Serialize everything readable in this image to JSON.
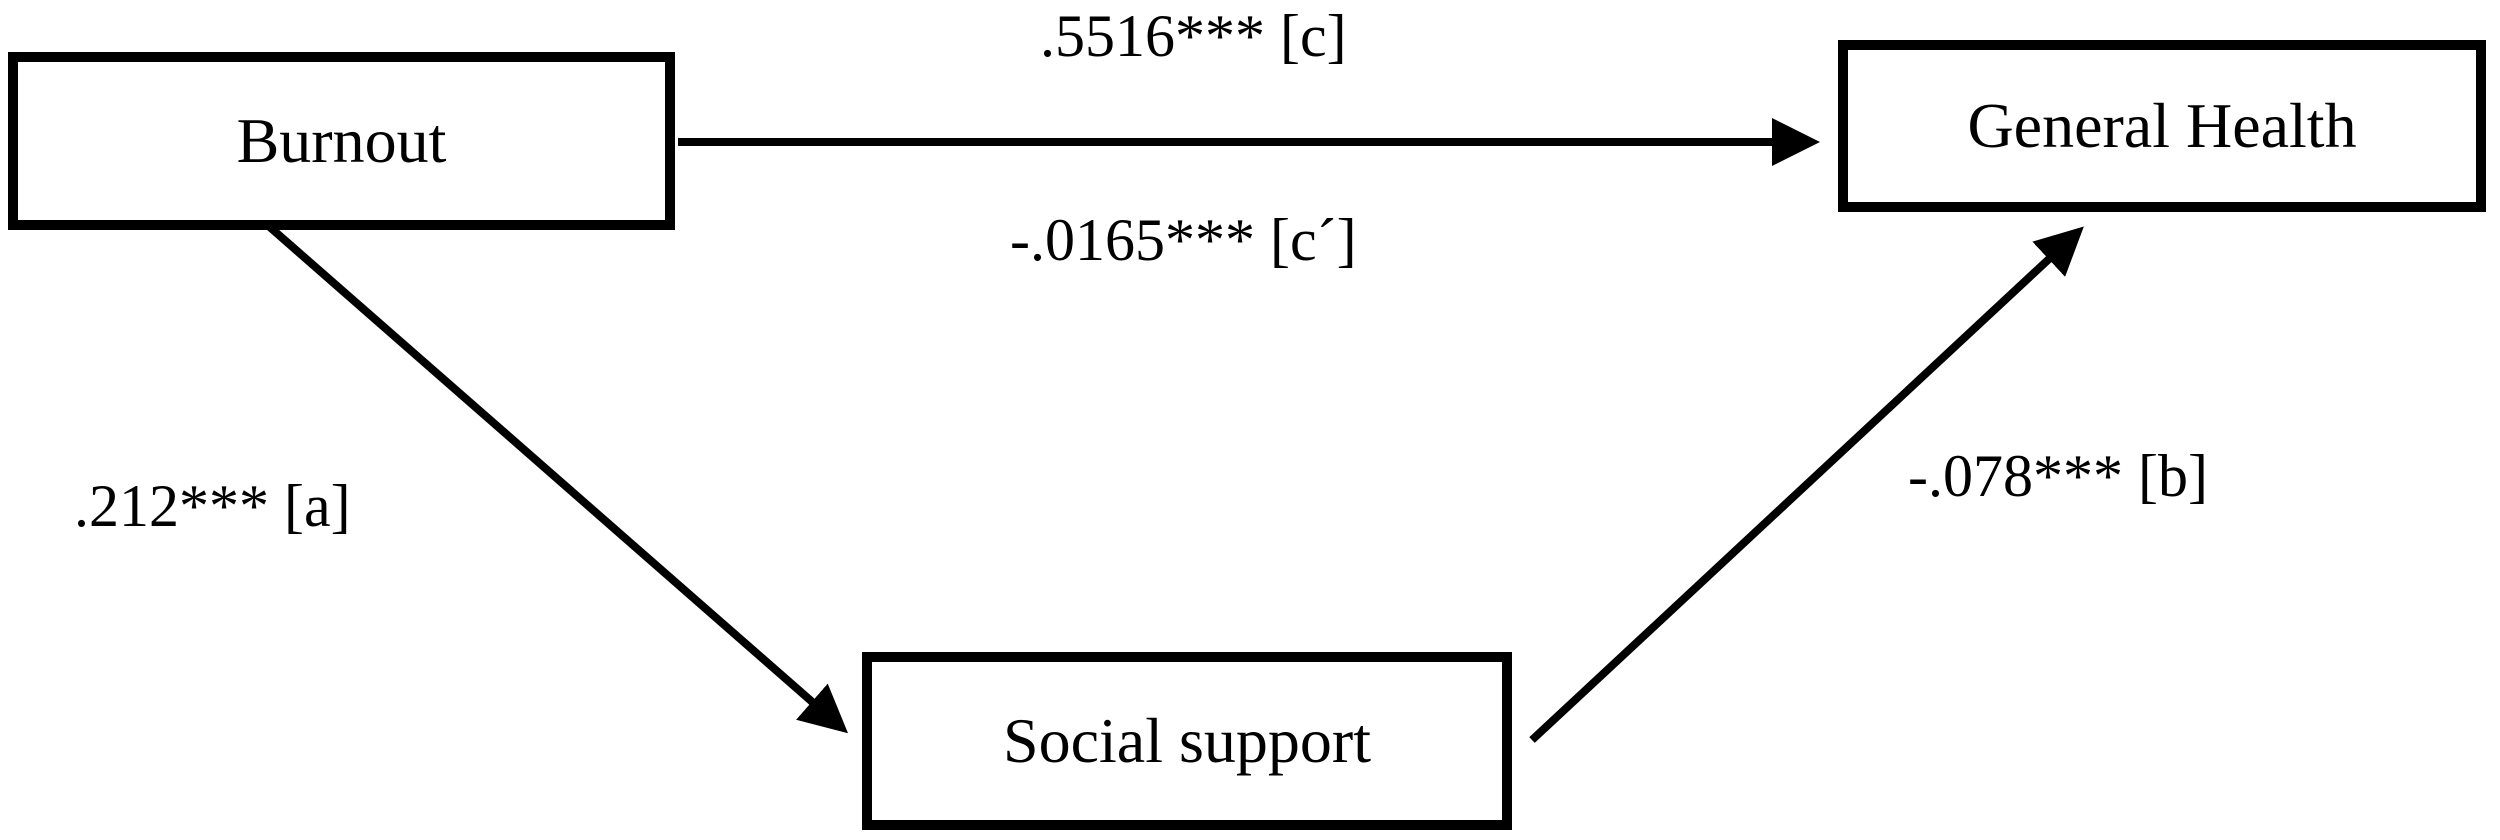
{
  "diagram": {
    "nodes": {
      "burnout": "Burnout",
      "general_health": "General Health",
      "social_support": "Social support"
    },
    "paths": {
      "c": ".5516*** [c]",
      "c_prime": "-.0165*** [c´]",
      "a": ".212*** [a]",
      "b": "-.078*** [b]"
    },
    "line_color": "#000000"
  }
}
